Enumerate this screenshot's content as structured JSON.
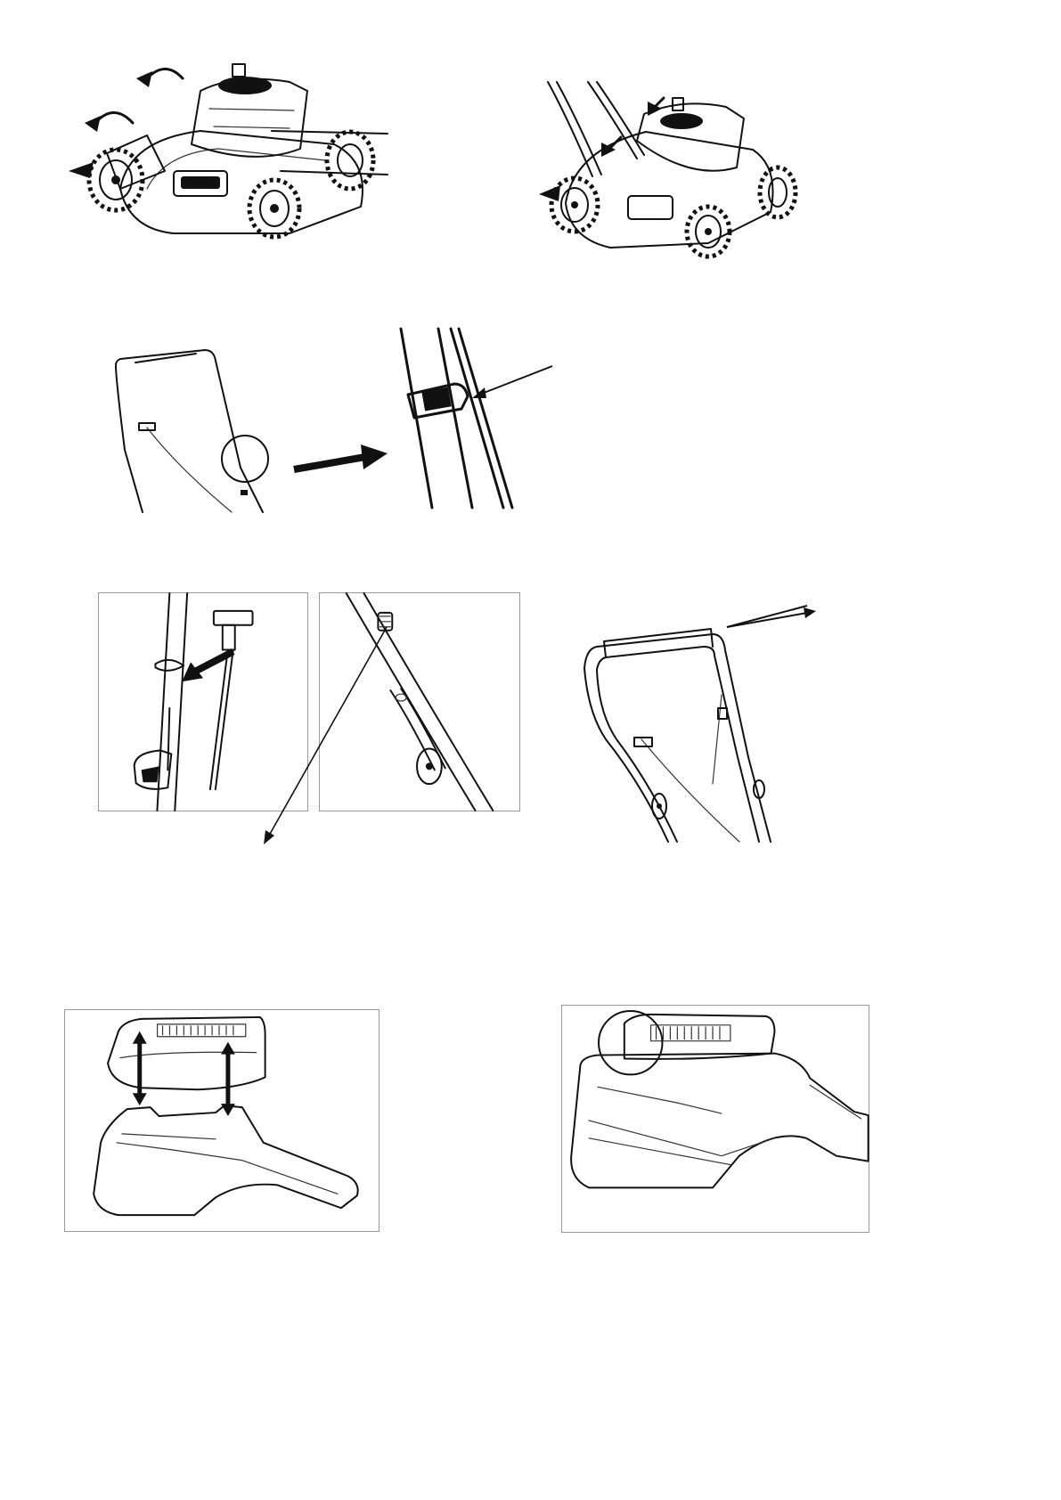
{
  "document": {
    "figures": [
      {
        "id": "fig-1",
        "subject": "lawn-mower-discharge-flap-rotation"
      },
      {
        "id": "fig-2",
        "subject": "lawn-mower-handle-mounting"
      },
      {
        "id": "fig-3",
        "subject": "handle-cable-clip-detail"
      },
      {
        "id": "fig-4",
        "subject": "starter-rope-guide-insertion"
      },
      {
        "id": "fig-5",
        "subject": "rope-guide-mounted-on-handle"
      },
      {
        "id": "fig-6",
        "subject": "upper-handle-bar"
      },
      {
        "id": "fig-7",
        "subject": "grass-bag-frame-attachment"
      },
      {
        "id": "fig-8",
        "subject": "grass-bag-frame-latched"
      }
    ]
  }
}
